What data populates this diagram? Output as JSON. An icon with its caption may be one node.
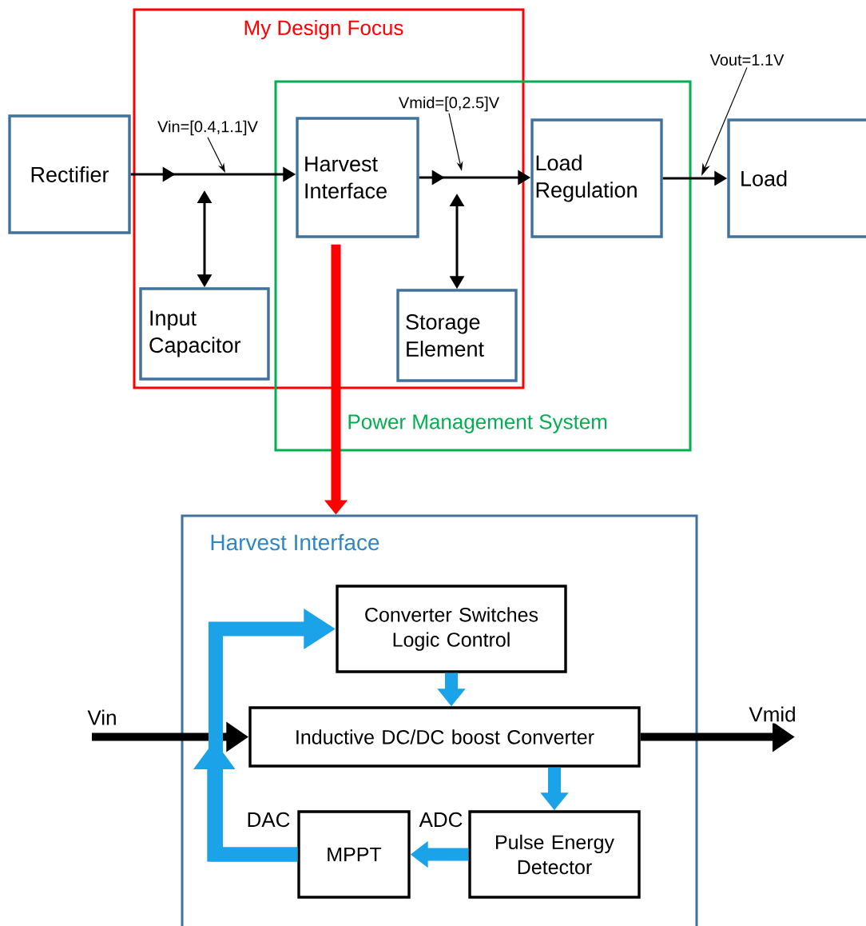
{
  "diagram": {
    "nodes": [
      {
        "text": [
          "My Design Focus"
        ]
      },
      {
        "text": [
          "Power Management System"
        ]
      },
      {
        "text": [
          "Rectifier"
        ]
      },
      {
        "text": [
          "Input Capacitor"
        ],
        "in": 0
      },
      {
        "text": [
          "Harvest Interface"
        ]
      },
      {
        "text": [
          "Storage Element"
        ]
      },
      {
        "text": [
          "Load Regulation"
        ],
        "in": 1
      },
      {
        "text": [
          "Load"
        ]
      },
      {
        "text": [
          "Vin=[0.4,1.1]V"
        ],
        "in": 0
      },
      {
        "text": [
          "Vmid=[0,2.5]V"
        ]
      },
      {
        "text": [
          "Vout=1.1V"
        ]
      },
      {
        "text": [
          "Harvest Interface"
        ]
      },
      {
        "text": [
          "Converter Switches Logic Control"
        ],
        "in": 11
      },
      {
        "text": [
          "Inductive DC/DC boost Converter"
        ],
        "in": 11
      },
      {
        "text": [
          "Pulse Energy Detector"
        ],
        "in": 11
      },
      {
        "text": [
          "MPPT"
        ],
        "in": 11
      }
    ],
    "edges": [
      {
        "from": 2,
        "to": 4,
        "arrow": "to"
      },
      {
        "from": 3,
        "to": null,
        "arrow": "both"
      },
      {
        "from": 4,
        "to": 6,
        "arrow": "to"
      },
      {
        "from": 5,
        "to": null,
        "arrow": "both"
      },
      {
        "from": 6,
        "to": 7,
        "arrow": "to"
      },
      {
        "from": 8,
        "to": null,
        "arrow": "to"
      },
      {
        "from": 9,
        "to": null,
        "arrow": "to"
      },
      {
        "from": 10,
        "to": null,
        "arrow": "to"
      },
      {
        "from": 4,
        "to": 11,
        "arrow": "to",
        "style": "thick",
        "color": "#ff0000"
      },
      {
        "from": null,
        "to": 13,
        "arrow": "to",
        "style": "thick",
        "label": "Vin"
      },
      {
        "from": 13,
        "to": null,
        "arrow": "to",
        "style": "thick",
        "label": "Vmid"
      },
      {
        "from": 12,
        "to": 13,
        "arrow": "to",
        "style": "thick",
        "color": "#1aa3e8"
      },
      {
        "from": 13,
        "to": 14,
        "arrow": "to",
        "style": "thick",
        "color": "#1aa3e8"
      },
      {
        "from": 14,
        "to": 15,
        "arrow": "to",
        "style": "thick",
        "color": "#1aa3e8",
        "label": "ADC"
      },
      {
        "from": 15,
        "to": 13,
        "arrow": "to",
        "style": "thick",
        "color": "#1aa3e8",
        "label": "DAC"
      },
      {
        "from": 15,
        "to": 12,
        "arrow": "to",
        "style": "thick",
        "color": "#1aa3e8"
      }
    ]
  }
}
